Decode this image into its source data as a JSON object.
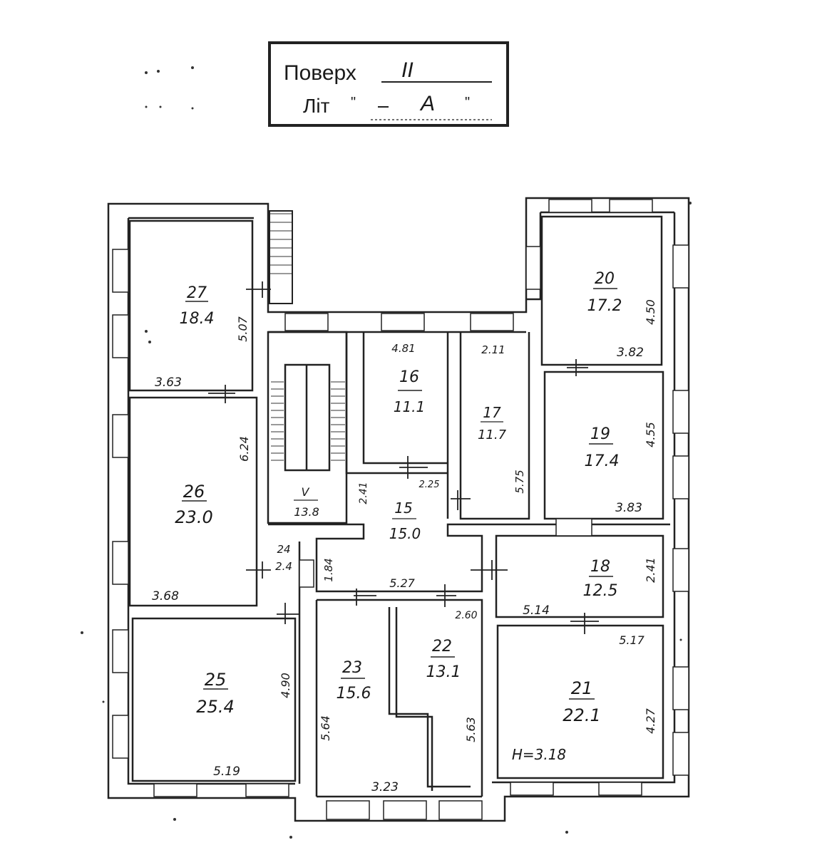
{
  "stamp": {
    "floor_label": "Поверх",
    "floor_value": "II",
    "letter_label": "Літ",
    "quote_open": "\"",
    "letter_value": "А",
    "quote_close": "\""
  },
  "rooms": [
    {
      "id": "r27",
      "number": "27",
      "area": "18.4"
    },
    {
      "id": "r26",
      "number": "26",
      "area": "23.0"
    },
    {
      "id": "r25",
      "number": "25",
      "area": "25.4"
    },
    {
      "id": "r24",
      "number": "24",
      "area": "2.4"
    },
    {
      "id": "rv",
      "number": "V",
      "area": "13.8"
    },
    {
      "id": "r16",
      "number": "16",
      "area": "11.1"
    },
    {
      "id": "r17",
      "number": "17",
      "area": "11.7"
    },
    {
      "id": "r15",
      "number": "15",
      "area": "15.0"
    },
    {
      "id": "r23",
      "number": "23",
      "area": "15.6"
    },
    {
      "id": "r22",
      "number": "22",
      "area": "13.1"
    },
    {
      "id": "r20",
      "number": "20",
      "area": "17.2"
    },
    {
      "id": "r19",
      "number": "19",
      "area": "17.4"
    },
    {
      "id": "r18",
      "number": "18",
      "area": "12.5"
    },
    {
      "id": "r21",
      "number": "21",
      "area": "22.1"
    }
  ],
  "dimensions": {
    "d27v": "5.07",
    "d27h": "3.63",
    "d26v": "6.24",
    "d26h": "3.68",
    "d25v": "4.90",
    "d25h": "5.19",
    "d16h": "4.81",
    "d17h": "2.11",
    "d17v": "5.75",
    "d15a": "2.41",
    "d15b": "2.25",
    "d15c": "1.84",
    "d15d": "5.27",
    "d23v": "5.64",
    "d23h": "3.23",
    "d22h": "2.60",
    "d22v": "5.63",
    "d20v": "4.50",
    "d20h": "3.82",
    "d19v": "4.55",
    "d19h": "3.83",
    "d18v": "2.41",
    "d18h": "5.14",
    "d21h": "5.17",
    "d21v": "4.27"
  },
  "height_note": "H=3.18"
}
